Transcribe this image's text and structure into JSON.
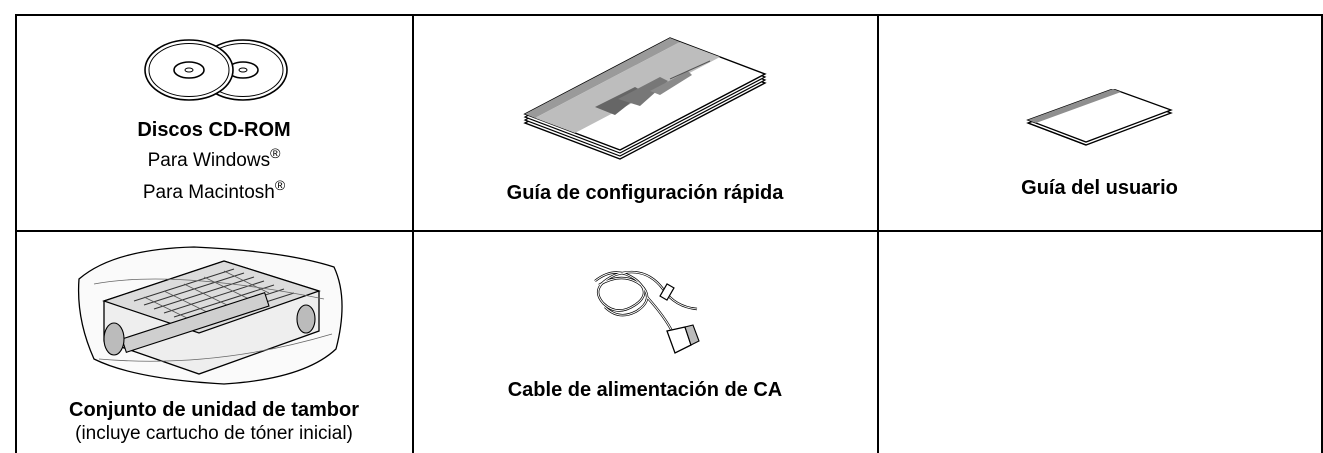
{
  "items": [
    {
      "title": "Discos CD-ROM",
      "lines": [
        "Para Windows",
        "Para Macintosh"
      ],
      "mark": "®",
      "icon": "cd-rom-icon"
    },
    {
      "title": "Guía de configuración rápida",
      "icon": "quick-setup-guide-icon"
    },
    {
      "title": "Guía del usuario",
      "icon": "user-guide-icon"
    },
    {
      "title": "Conjunto de unidad de tambor",
      "subtitle": "(incluye cartucho de tóner inicial)",
      "icon": "drum-unit-icon"
    },
    {
      "title": "Cable de alimentación de CA",
      "icon": "power-cord-icon"
    }
  ]
}
